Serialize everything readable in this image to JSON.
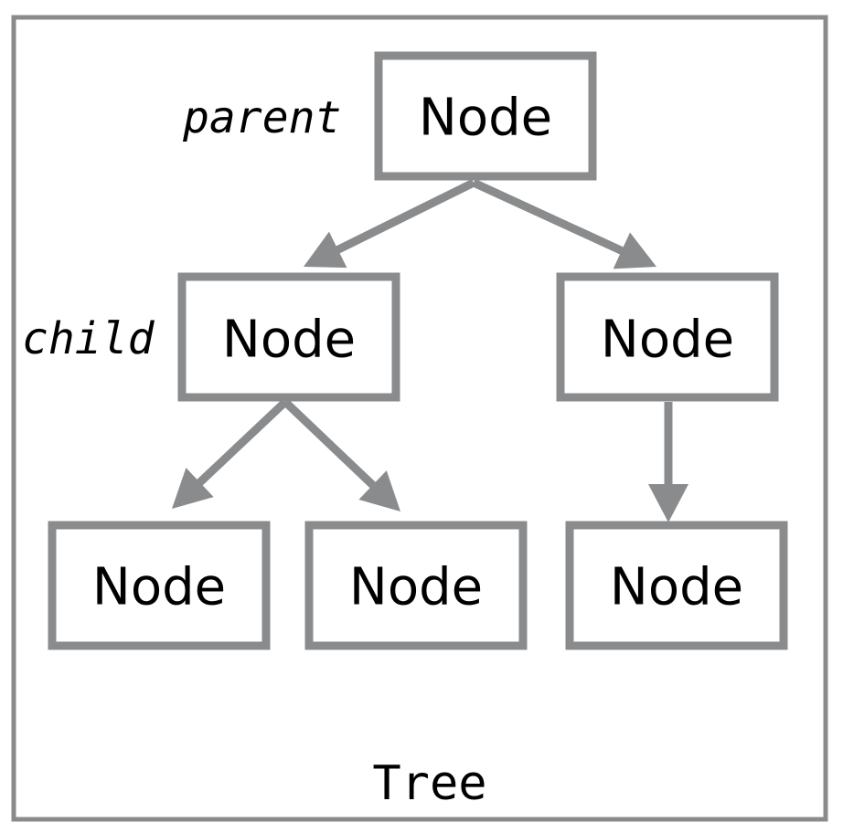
{
  "diagram": {
    "caption": "Tree",
    "role_labels": {
      "parent": "parent",
      "child": "child"
    },
    "nodes": {
      "root": "Node",
      "left": "Node",
      "right": "Node",
      "left_left": "Node",
      "left_right": "Node",
      "right_child": "Node"
    },
    "colors": {
      "stroke": "#8a8b8d",
      "text": "#000000",
      "background": "#ffffff"
    }
  }
}
